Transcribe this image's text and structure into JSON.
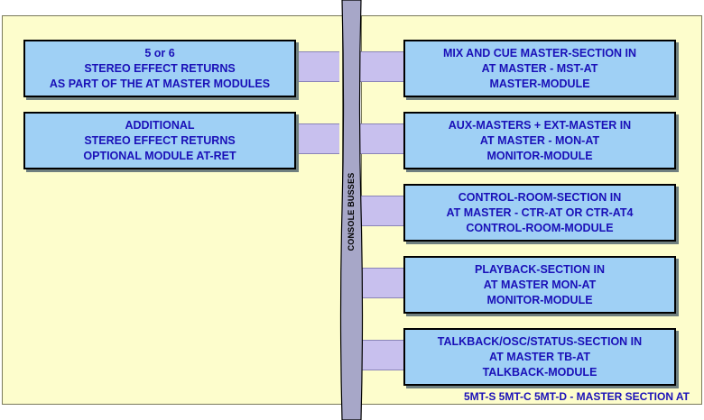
{
  "left_modules": [
    {
      "lines": [
        "5 or 6",
        "STEREO EFFECT RETURNS",
        "AS PART OF THE AT MASTER MODULES"
      ]
    },
    {
      "lines": [
        "ADDITIONAL",
        "STEREO EFFECT RETURNS",
        "OPTIONAL MODULE AT-RET"
      ]
    }
  ],
  "right_modules": [
    {
      "lines": [
        "MIX AND CUE MASTER-SECTION IN",
        "AT MASTER - MST-AT",
        "MASTER-MODULE"
      ]
    },
    {
      "lines": [
        "AUX-MASTERS + EXT-MASTER IN",
        "AT MASTER - MON-AT",
        "MONITOR-MODULE"
      ]
    },
    {
      "lines": [
        "CONTROL-ROOM-SECTION IN",
        "AT MASTER - CTR-AT OR CTR-AT4",
        "CONTROL-ROOM-MODULE"
      ]
    },
    {
      "lines": [
        "PLAYBACK-SECTION IN",
        "AT MASTER  MON-AT",
        "MONITOR-MODULE"
      ]
    },
    {
      "lines": [
        "TALKBACK/OSC/STATUS-SECTION IN",
        "AT MASTER  TB-AT",
        "TALKBACK-MODULE"
      ]
    }
  ],
  "bus_label": "CONSOLE BUSSES",
  "footer": "5MT-S 5MT-C 5MT-D - MASTER SECTION AT",
  "colors": {
    "panel": "#fdfdcc",
    "box_fill": "#9fd0f5",
    "box_text": "#1a10b8",
    "bus": "#a7a7c8",
    "connector": "#c8c0ee"
  }
}
